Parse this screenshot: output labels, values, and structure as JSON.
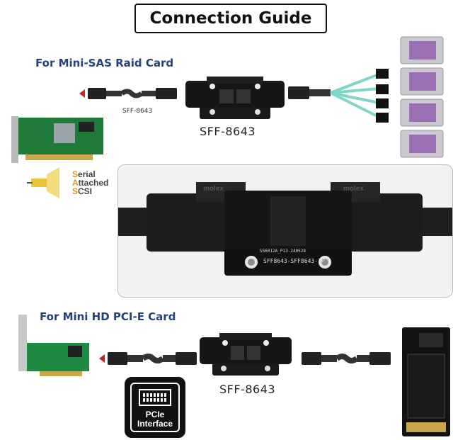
{
  "title": "Connection Guide",
  "top_section": {
    "heading": "For Mini-SAS Raid Card",
    "cable_label": "SFF-8643",
    "adapter_label": "SFF-8643"
  },
  "sas_logo": {
    "line1_first": "S",
    "line1_rest": "erial",
    "line2_first": "A",
    "line2_rest": "ttached",
    "line3_first": "S",
    "line3_rest": "CSI"
  },
  "photo": {
    "pcb_text_1": "SS6012A_P13-240528",
    "pcb_text_2": "SFF8643-SFF8643-1P",
    "brand_left": "molex",
    "brand_right": "molex"
  },
  "bottom_section": {
    "heading": "For Mini HD PCI-E Card",
    "adapter_label": "SFF-8643"
  },
  "pcie_badge": {
    "line1": "PCIe",
    "line2": "Interface"
  },
  "colors": {
    "heading": "#24427a",
    "arrow": "#cc2222",
    "pcb_green": "#1f7a3a",
    "sata_cable": "#7fd6c8",
    "hdd_purple": "#9a6fb4"
  }
}
